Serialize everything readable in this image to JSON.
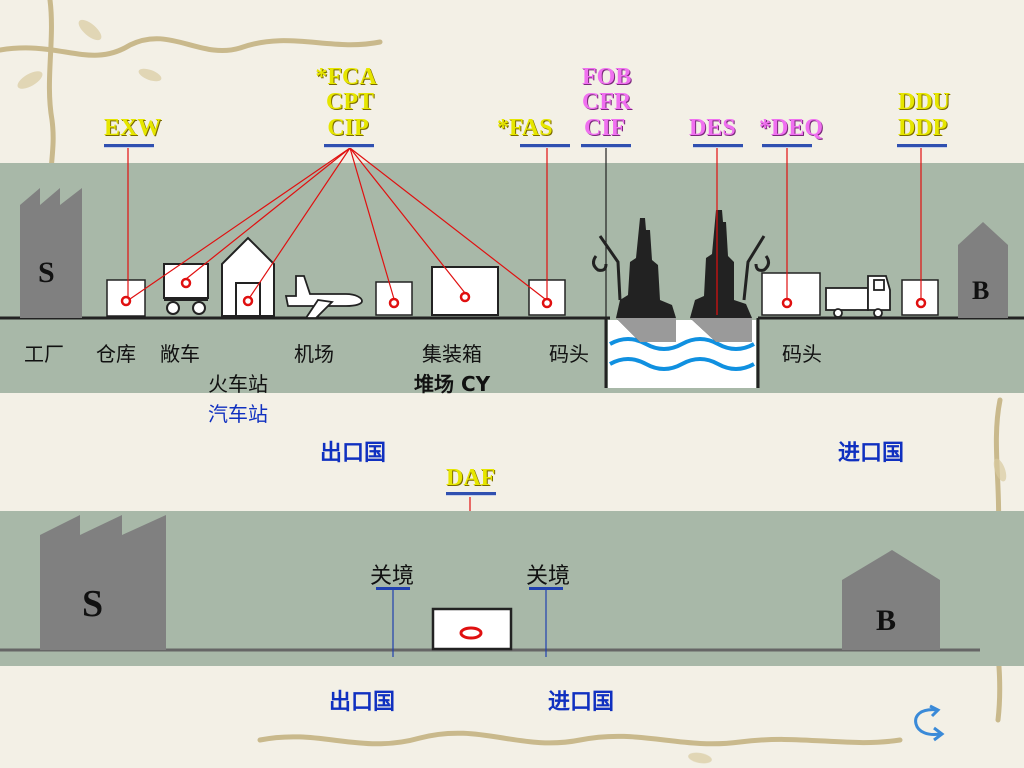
{
  "terms": {
    "exw": "EXW",
    "fca": "*FCA",
    "cpt": "CPT",
    "cip": "CIP",
    "fas": "*FAS",
    "fob": "FOB",
    "cfr": "CFR",
    "cif": "CIF",
    "des": "DES",
    "deq": "*DEQ",
    "ddu": "DDU",
    "ddp": "DDP",
    "daf": "DAF"
  },
  "places": {
    "factory": "工厂",
    "warehouse": "仓库",
    "open_wagon": "敞车",
    "railway_station": "火车站",
    "bus_station": "汽车站",
    "airport": "机场",
    "container_yard_1": "集装箱",
    "container_yard_2": "堆场 CY",
    "wharf_export": "码头",
    "wharf_import": "码头"
  },
  "countries": {
    "export_top": "出口国",
    "import_top": "进口国",
    "export_bottom": "出口国",
    "import_bottom": "进口国"
  },
  "border": {
    "left": "关境",
    "right": "关境"
  },
  "symbols": {
    "seller_top": "S",
    "buyer_top": "B",
    "seller_bottom": "S",
    "buyer_bottom": "B"
  },
  "colors": {
    "band": "#a8b8a8",
    "term_yellow": "#e6e600",
    "term_pink": "#f070f0",
    "country_blue": "#1030c0",
    "marker_red": "#e01010",
    "underline": "#3050b0"
  },
  "icons": {
    "nav": "return-arrow-icon"
  }
}
